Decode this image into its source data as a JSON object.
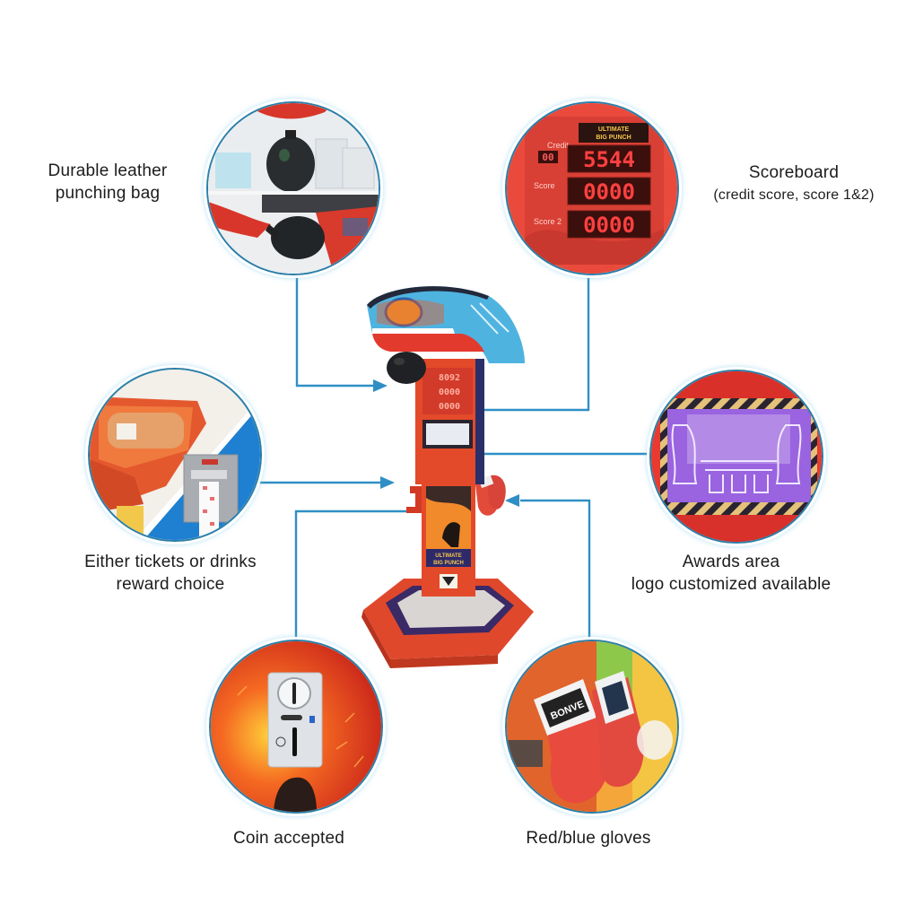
{
  "features": {
    "punching_bag": {
      "line1": "Durable leather",
      "line2": "punching bag",
      "icon": "punching-bag-photo"
    },
    "scoreboard": {
      "title": "Scoreboard",
      "subtitle": "(credit score, score 1&2)",
      "icon": "scoreboard-photo",
      "display": {
        "brand_line1": "ULTIMATE",
        "brand_line2": "BIG PUNCH",
        "credit_label": "Credit",
        "credit_value": "00",
        "main_value": "5544",
        "score1_label": "Score",
        "score1_value": "0000",
        "score2_label": "Score 2",
        "score2_value": "0000"
      }
    },
    "reward_choice": {
      "line1": "Either tickets or drinks",
      "line2": "reward choice",
      "icon": "ticket-drink-dispenser-photo"
    },
    "awards_area": {
      "line1": "Awards area",
      "line2": "logo customized available",
      "icon": "awards-display-photo"
    },
    "coin": {
      "label": "Coin accepted",
      "icon": "coin-acceptor-photo"
    },
    "gloves": {
      "label": "Red/blue gloves",
      "icon": "boxing-gloves-photo",
      "glove_brand": "BONVE"
    }
  },
  "machine": {
    "name": "boxing-arcade-machine",
    "marquee_line1": "ULTIMATE",
    "marquee_line2": "BIG PUNCH",
    "mini_score_1": "8092",
    "mini_score_2": "0000",
    "mini_score_3": "0000"
  },
  "colors": {
    "connector": "#2f8fc4",
    "circle_border": "#2a7fa8",
    "machine_red": "#e4432a",
    "machine_blue": "#4fb3e0",
    "led_red": "#ff3b3b"
  }
}
